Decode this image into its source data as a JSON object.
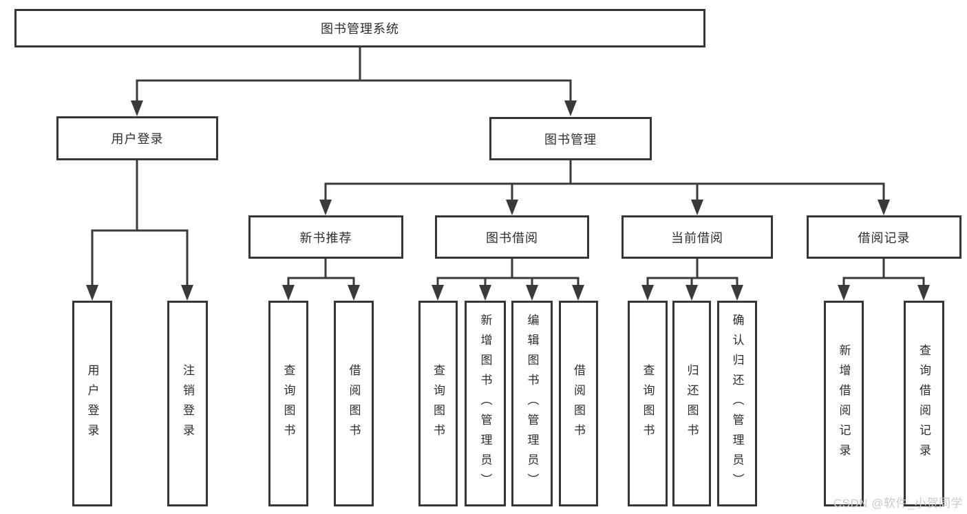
{
  "diagram": {
    "type": "function-structure-tree",
    "colors": {
      "line": "#3a3a3a",
      "box_border": "#363636",
      "box_background": "#ffffff",
      "text": "#2d2d2d",
      "watermark": "#cbcbcb"
    },
    "tree": {
      "root": {
        "label": "图书管理系统",
        "children": [
          {
            "label": "用户登录",
            "children": [
              {
                "label": "用户登录"
              },
              {
                "label": "注销登录"
              }
            ]
          },
          {
            "label": "图书管理",
            "children": [
              {
                "label": "新书推荐",
                "children": [
                  {
                    "label": "查询图书"
                  },
                  {
                    "label": "借阅图书"
                  }
                ]
              },
              {
                "label": "图书借阅",
                "children": [
                  {
                    "label": "查询图书"
                  },
                  {
                    "label": "新增图书（管理员）"
                  },
                  {
                    "label": "编辑图书（管理员）"
                  },
                  {
                    "label": "借阅图书"
                  }
                ]
              },
              {
                "label": "当前借阅",
                "children": [
                  {
                    "label": "查询图书"
                  },
                  {
                    "label": "归还图书"
                  },
                  {
                    "label": "确认归还（管理员）"
                  }
                ]
              },
              {
                "label": "借阅记录",
                "children": [
                  {
                    "label": "新增借阅记录"
                  },
                  {
                    "label": "查询借阅记录"
                  }
                ]
              }
            ]
          }
        ]
      }
    }
  },
  "watermark": {
    "text": "CSDN @软件_小贺同学"
  }
}
